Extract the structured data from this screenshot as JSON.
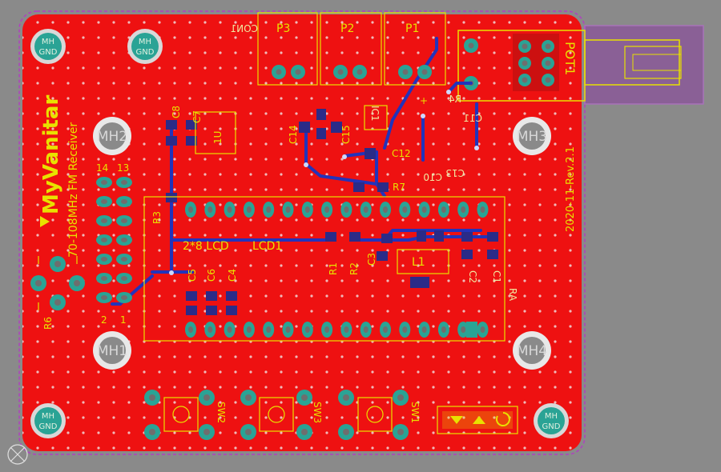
{
  "board": {
    "title": "MyVanitar",
    "subtitle": "70-108MHz FM Receiver",
    "revision": "2020-11-Rev.2.1",
    "lcd_label": "2*8 LCD",
    "lcd_ref": "LCD1",
    "colors": {
      "background": "#8a8a8a",
      "copper_top": "#ee1111",
      "copper_bottom": "#2233bb",
      "silkscreen": "#e8e100",
      "pad": "#2aa395",
      "outline": "#b040c0"
    }
  },
  "mounting_holes": {
    "corners": [
      "MH GND",
      "MH GND",
      "MH GND",
      "MH GND"
    ],
    "mh_line1": "MH",
    "mh_line2": "GND",
    "labeled": [
      "MH2",
      "MH3",
      "MH1",
      "MH4"
    ]
  },
  "connectors": {
    "p3": "P3",
    "p2": "P2",
    "p1": "P1",
    "pot": "POT1",
    "con1": "CON1",
    "header_top": [
      "14",
      "13"
    ],
    "header_bottom": [
      "2",
      "1"
    ]
  },
  "components": {
    "c8": "C8",
    "c7": "C7",
    "u1": "1U",
    "c14": "C14",
    "c15": "C15",
    "ic1": "IC1",
    "c12": "C12",
    "c13": "C13",
    "c10": "C10",
    "c11": "C11",
    "r4": "R4",
    "r7": "R7",
    "r3": "R3",
    "r1": "R1",
    "r2": "R2",
    "c3": "C3",
    "l1": "L1",
    "c1": "C1",
    "c2": "C2",
    "c5": "C5",
    "c6": "C6",
    "c4": "C4",
    "ra": "RA",
    "r6": "R6",
    "plus": "+"
  },
  "switches": [
    "SW2",
    "SW3",
    "SW1"
  ]
}
